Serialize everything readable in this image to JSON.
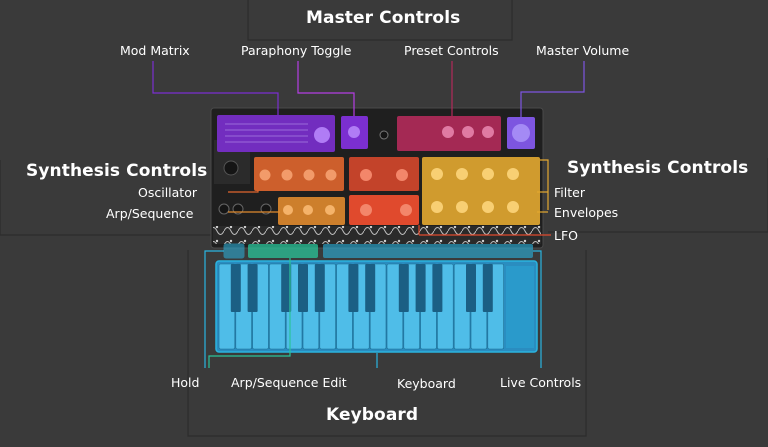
{
  "colors": {
    "background": "#3a3a3a",
    "mod_matrix": "#7b2fd0",
    "preset": "#b32a5a",
    "volume": "#7d55e0",
    "oscillator": "#e0662d",
    "arp": "#e08a2d",
    "lfo": "#e04a2d",
    "filter_env": "#e3a830",
    "keyboard": "#2ab4e0",
    "arp_edit": "#2ac49a"
  },
  "headings": {
    "master": "Master Controls",
    "synthesis_left": "Synthesis Controls",
    "synthesis_right": "Synthesis Controls",
    "keyboard": "Keyboard"
  },
  "labels": {
    "mod_matrix": "Mod Matrix",
    "paraphony": "Paraphony Toggle",
    "preset": "Preset Controls",
    "master_volume": "Master Volume",
    "oscillator": "Oscillator",
    "arp_sequence": "Arp/Sequence",
    "filter": "Filter",
    "envelopes": "Envelopes",
    "lfo": "LFO",
    "hold": "Hold",
    "arp_edit": "Arp/Sequence Edit",
    "keyboard": "Keyboard",
    "live_controls": "Live Controls"
  }
}
